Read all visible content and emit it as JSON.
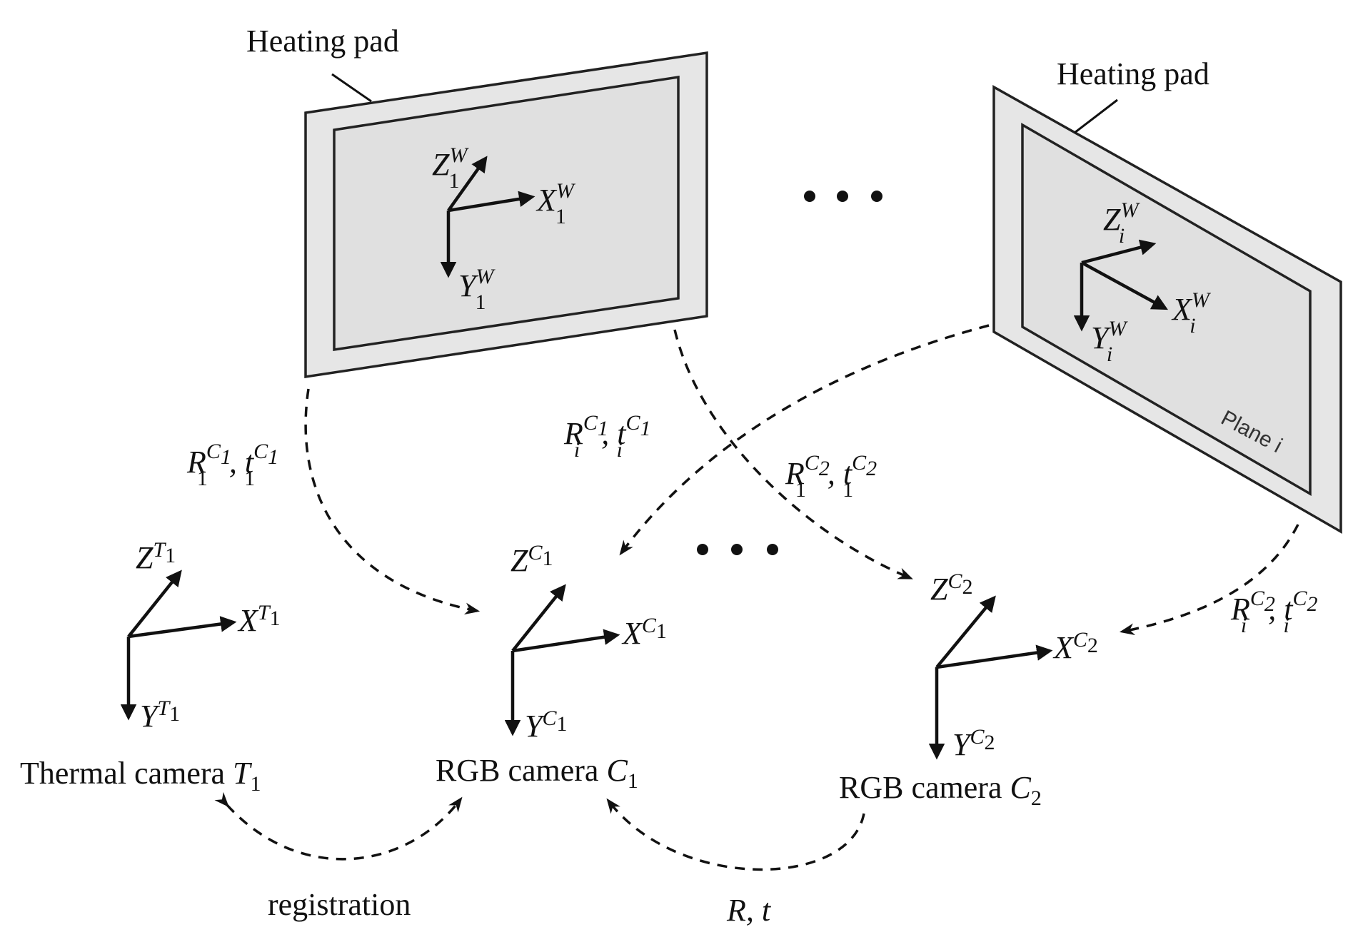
{
  "pads": {
    "left_label": "Heating pad",
    "right_label": "Heating pad",
    "plane_label": "Plane i"
  },
  "axes": {
    "pad1": {
      "x": "X",
      "y": "Y",
      "z": "Z",
      "sup": "W",
      "sub": "1"
    },
    "padi": {
      "x": "X",
      "y": "Y",
      "z": "Z",
      "sup": "W",
      "sub": "i"
    },
    "thermal": {
      "x": "X",
      "y": "Y",
      "z": "Z",
      "sup": "T",
      "supsub": "1"
    },
    "rgb1": {
      "x": "X",
      "y": "Y",
      "z": "Z",
      "sup": "C",
      "supsub": "1"
    },
    "rgb2": {
      "x": "X",
      "y": "Y",
      "z": "Z",
      "sup": "C",
      "supsub": "2"
    }
  },
  "transforms": {
    "r1c1": {
      "R": "R",
      "t": "t",
      "sub": "1",
      "sup": "C",
      "supsub": "1"
    },
    "ric1": {
      "R": "R",
      "t": "t",
      "sub": "i",
      "sup": "C",
      "supsub": "1"
    },
    "r1c2": {
      "R": "R",
      "t": "t",
      "sub": "1",
      "sup": "C",
      "supsub": "2"
    },
    "ric2": {
      "R": "R",
      "t": "t",
      "sub": "i",
      "sup": "C",
      "supsub": "2"
    },
    "rt": "R, t"
  },
  "cameras": {
    "thermal": {
      "text": "Thermal camera ",
      "sym": "T",
      "sub": "1"
    },
    "rgb1": {
      "text": "RGB camera ",
      "sym": "C",
      "sub": "1"
    },
    "rgb2": {
      "text": "RGB camera ",
      "sym": "C",
      "sub": "2"
    }
  },
  "registration_label": "registration",
  "colors": {
    "pad_fill": "#e6e6e6",
    "ink": "#111111"
  }
}
